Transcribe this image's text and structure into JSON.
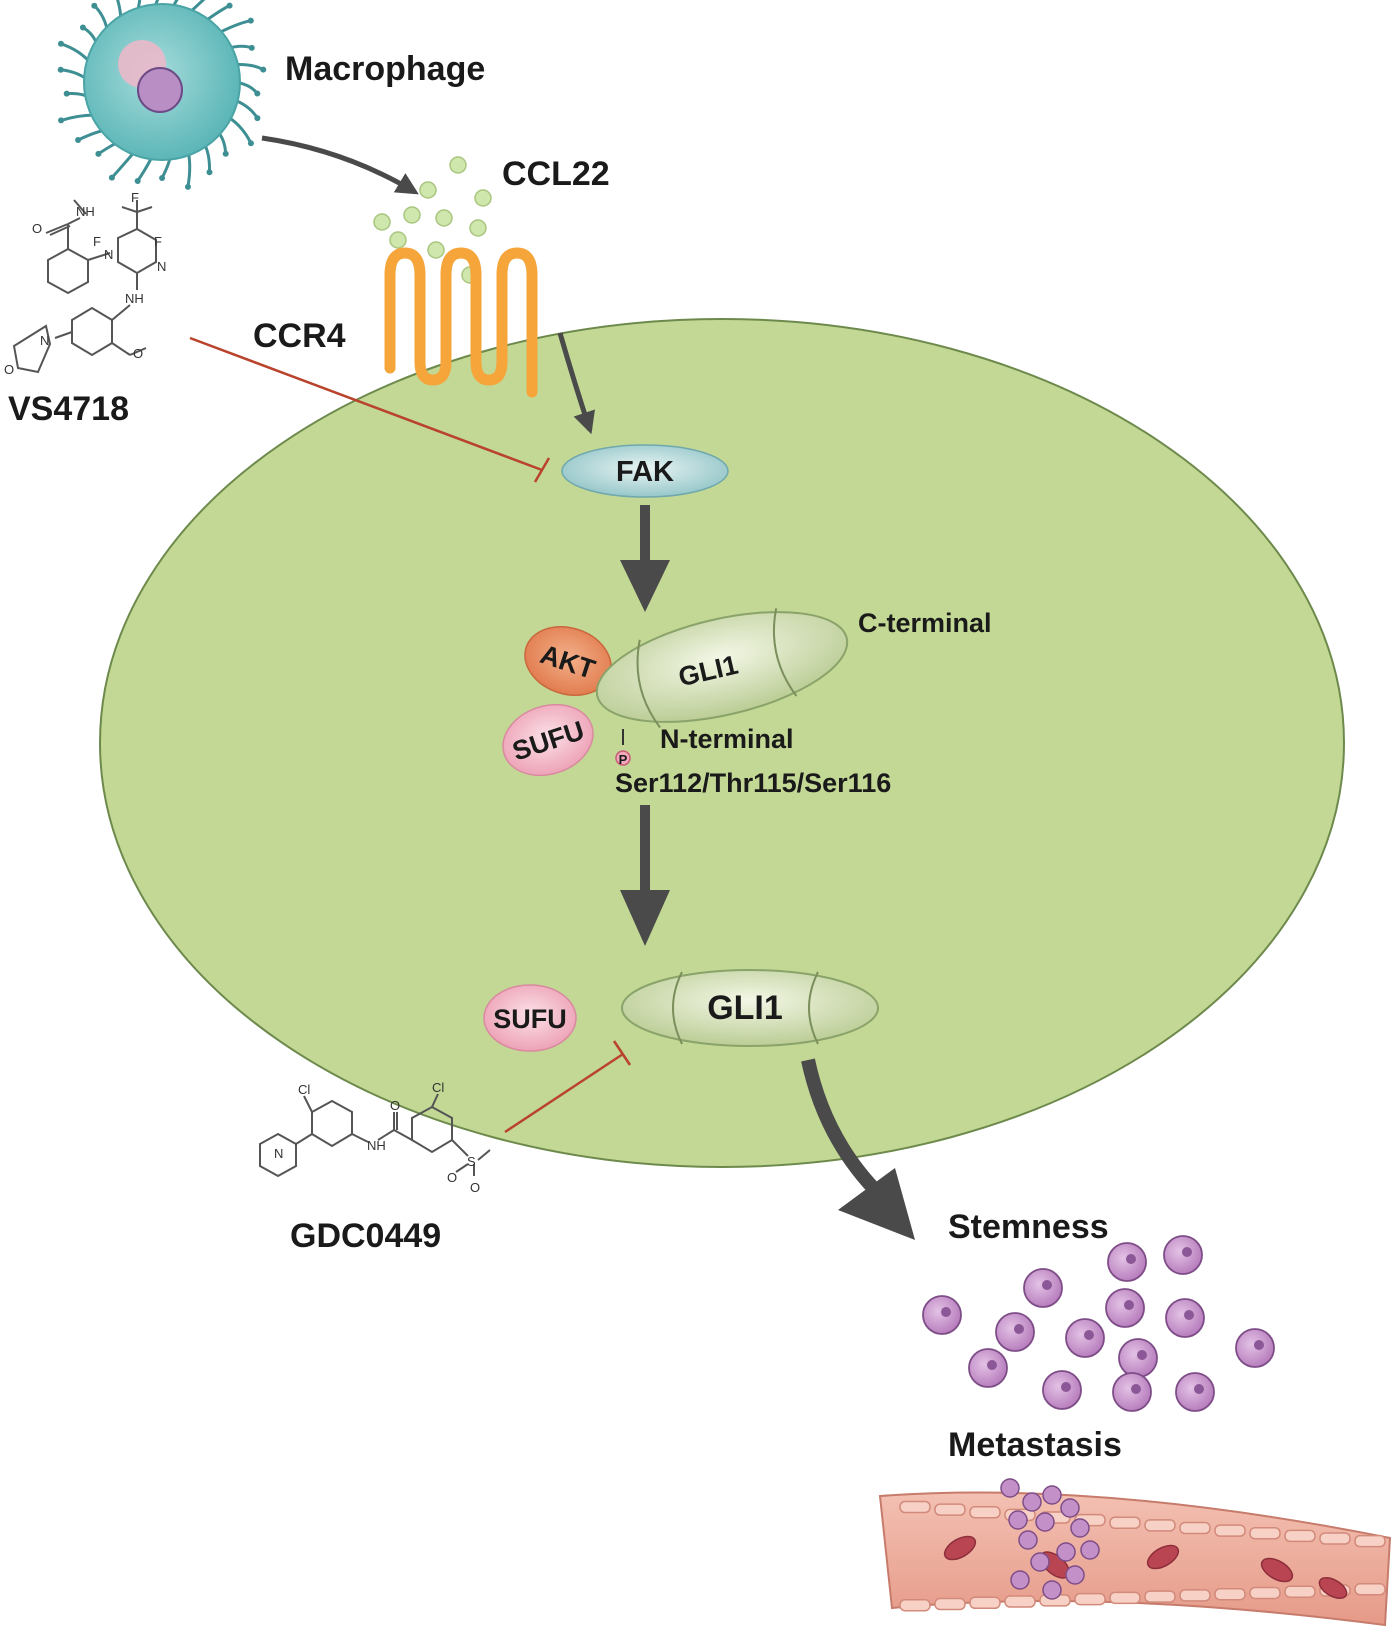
{
  "labels": {
    "macrophage": "Macrophage",
    "ccl22": "CCL22",
    "ccr4": "CCR4",
    "vs4718": "VS4718",
    "fak": "FAK",
    "c_terminal": "C-terminal",
    "akt": "AKT",
    "gli1_top": "GLI1",
    "sufu_top": "SUFU",
    "n_terminal": "N-terminal",
    "phospho": "P",
    "sites": "Ser112/Thr115/Ser116",
    "sufu_bottom": "SUFU",
    "gli1_bottom": "GLI1",
    "gdc0449": "GDC0449",
    "stemness": "Stemness",
    "metastasis": "Metastasis"
  },
  "chem_atoms": {
    "o": "O",
    "nh": "NH",
    "n": "N",
    "f": "F",
    "cl": "Cl",
    "s": "S"
  },
  "colors": {
    "cell_fill": "#c3d895",
    "cell_stroke": "#6d8a4c",
    "macrophage": "#6bbfbf",
    "receptor": "#f5a53a",
    "ligand": "#cfe6ac",
    "inhibitor": "#b9432c",
    "arrow": "#4a4a4a",
    "akt": "#e58a5a",
    "sufu": "#f1aabd",
    "stem_cell": "#c490c8",
    "vessel": "#ecae9e",
    "rbc": "#b94552"
  }
}
